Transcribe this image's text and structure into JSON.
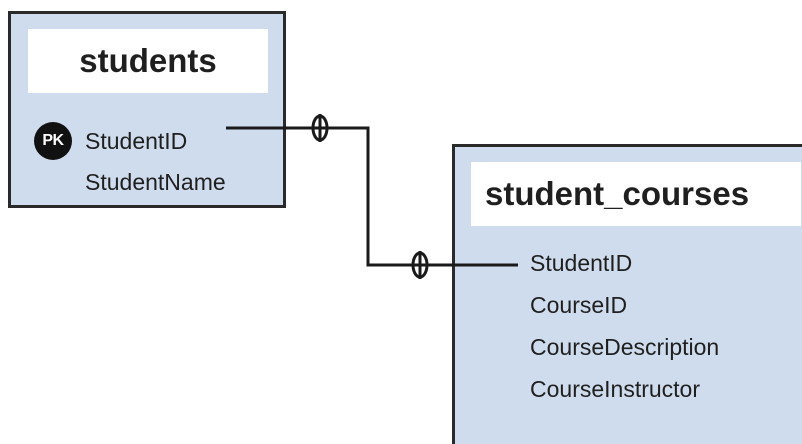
{
  "diagram": {
    "tables": [
      {
        "name": "students",
        "fields": [
          {
            "label": "StudentID",
            "key": "PK"
          },
          {
            "label": "StudentName"
          }
        ]
      },
      {
        "name": "student_courses",
        "fields": [
          {
            "label": "StudentID"
          },
          {
            "label": "CourseID"
          },
          {
            "label": "CourseDescription"
          },
          {
            "label": "CourseInstructor"
          }
        ]
      }
    ],
    "relationship": {
      "from": "students.StudentID",
      "to": "student_courses.StudentID",
      "from_cardinality": "zero-or-one",
      "to_cardinality": "zero-or-one"
    },
    "colors": {
      "entity_fill": "#cfdced",
      "border": "#2a2a2a",
      "pk_badge": "#111111"
    }
  }
}
